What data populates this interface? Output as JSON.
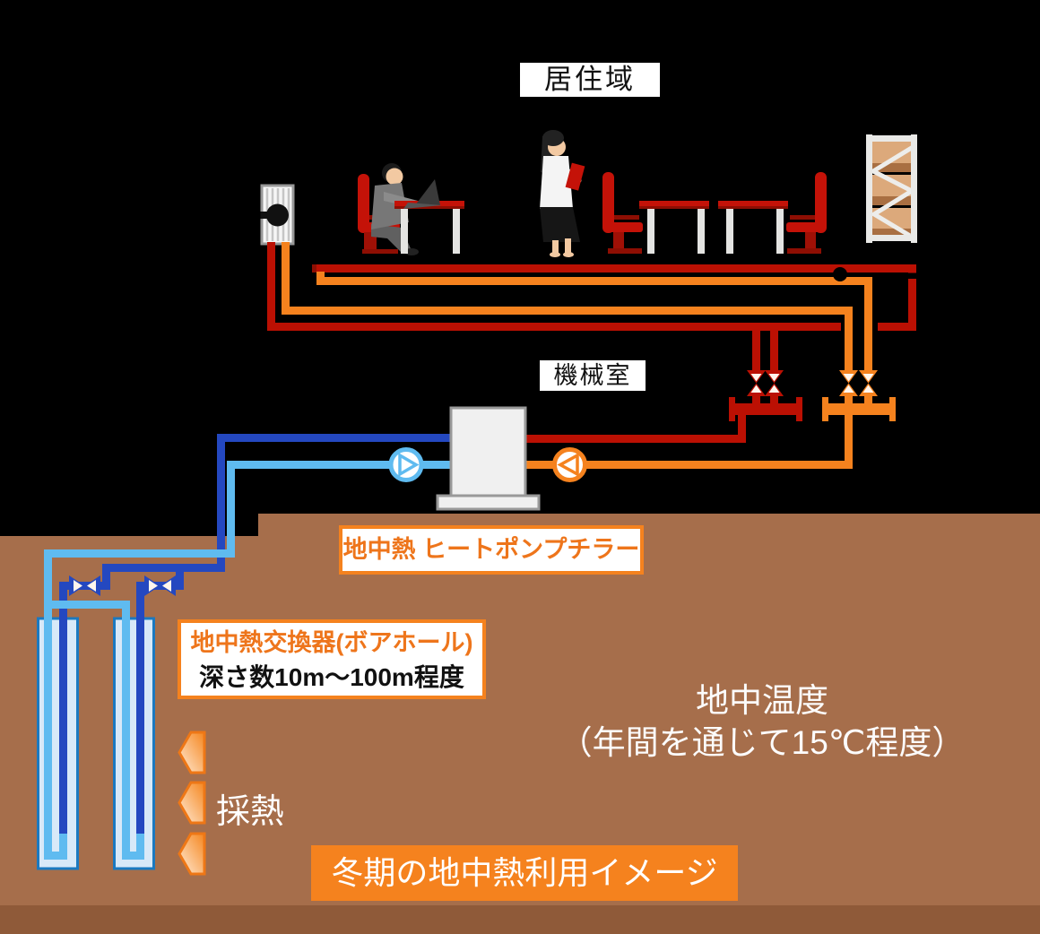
{
  "diagram": {
    "title_caption": "冬期の地中熱利用イメージ",
    "zones": {
      "living_area": "居住域",
      "machine_room": "機械室"
    },
    "equipment": {
      "heat_pump": "地中熱 ヒートポンプチラー",
      "heat_exchanger": "地中熱交換器(ボアホール)",
      "heat_exchanger_depth": "深さ数10m〜100m程度"
    },
    "annotations": {
      "ground_temp_line1": "地中温度",
      "ground_temp_line2": "（年間を通じて15℃程度）",
      "heat_collection": "採熱"
    },
    "colors": {
      "hot_supply_pipe": "#BB1003",
      "hot_return_pipe": "#F5821E",
      "brine_supply_pipe": "#2448C0",
      "brine_return_pipe": "#5FBBF0",
      "ground": "#A66E4B",
      "ground_footer": "#8F5A39",
      "accent_orange": "#F5821E"
    },
    "icons": {
      "pump": "triangle-in-circle",
      "valve_on_vertical_pipe": "hourglass",
      "valve_on_horizontal_pipe": "bowtie",
      "pipe_junction": "black-dot"
    }
  }
}
